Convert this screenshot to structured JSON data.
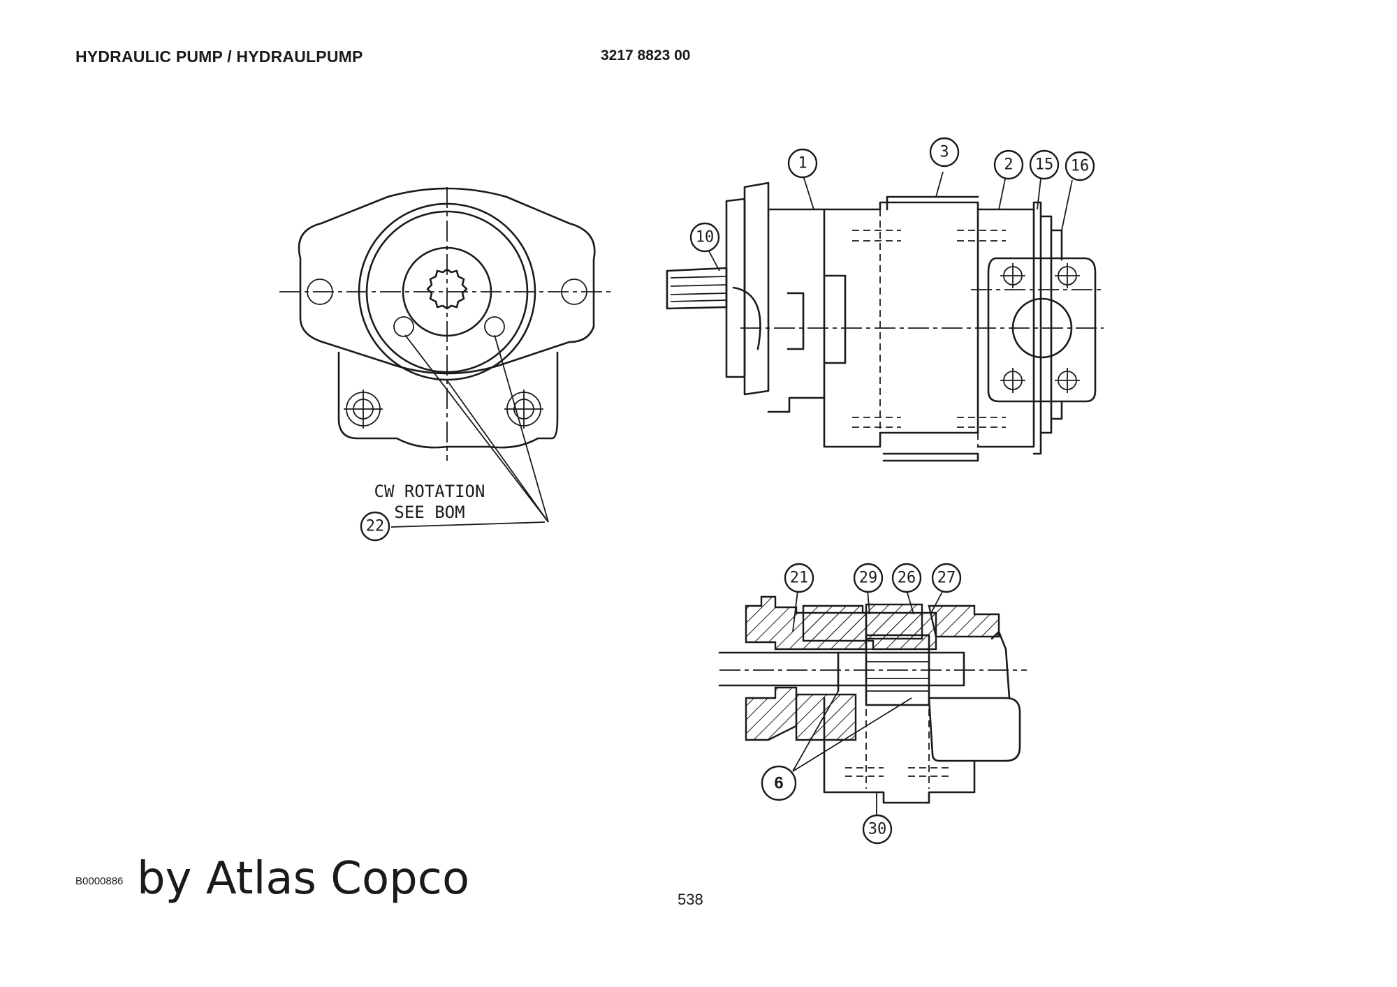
{
  "header": {
    "title": "HYDRAULIC PUMP / HYDRAULPUMP",
    "part_number": "3217 8823 00"
  },
  "footer": {
    "doc_code": "B0000886",
    "brand": "by Atlas Copco",
    "page_number": "538"
  },
  "diagram": {
    "note_line_1": "CW ROTATION",
    "note_line_2": "SEE BOM",
    "callouts": [
      "1",
      "3",
      "2",
      "15",
      "16",
      "10",
      "22",
      "21",
      "29",
      "26",
      "27",
      "6",
      "30"
    ]
  }
}
